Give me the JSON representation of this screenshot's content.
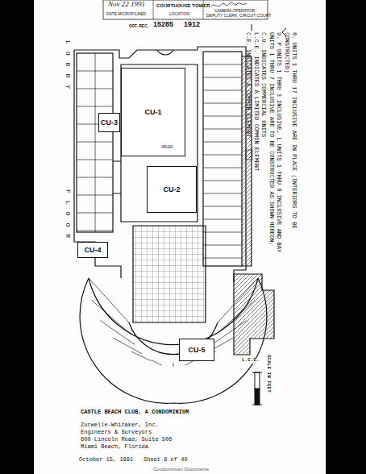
{
  "diagram": {
    "title": "CASTLE BEACH CLUB, A CONDOMINIUM",
    "nodes": [
      {
        "text": [
          "CU-1"
        ]
      },
      {
        "text": [
          "CU-2"
        ]
      },
      {
        "text": [
          "CU-3"
        ]
      },
      {
        "text": [
          "CU-4"
        ]
      },
      {
        "text": [
          "CU-5"
        ]
      }
    ],
    "labels": [
      "Nov 22 1991",
      "DATE MICROFILMED",
      "COURTHOUSE TOWER",
      "LOCATION",
      "CAMERA OPERATOR",
      "DEPUTY CLERK, CIRCUIT COURT",
      "OFF. REC.",
      "15285",
      "1912",
      "8. UNITS 1 THRU 17 INCLUSIVE ARE IN PLACE (INTERIORS TO BE CONSTRUCTED)",
      "9. P UNITS 1 THRU 3 INCLUSIVE, L UNITS 1 THRU 8 INCLUSIVE AND BAY UNITS 1 THRU 7 INCLUSIVE ARE TO BE CONSTRUCTED AS SHOWN HEREON.",
      "C.U. INDICATES COMMERCIAL UNITS",
      "L.C.E. INDICATES A LIMITED COMMON ELEMENT",
      "C.E. INDICATES A COMMON ELEMENT",
      "LOBBY",
      "FLOOR",
      "4500",
      "SCALE IN FEET",
      "Zurwelle-Whitaker, Inc.",
      "Engineers & Surveyors",
      "600 Lincoln Road, Suite 506",
      "Miami Beach, Florida",
      "October 15, 1991",
      "Sheet 8 of 40",
      "Condominium Documents",
      "L.C.E."
    ]
  }
}
